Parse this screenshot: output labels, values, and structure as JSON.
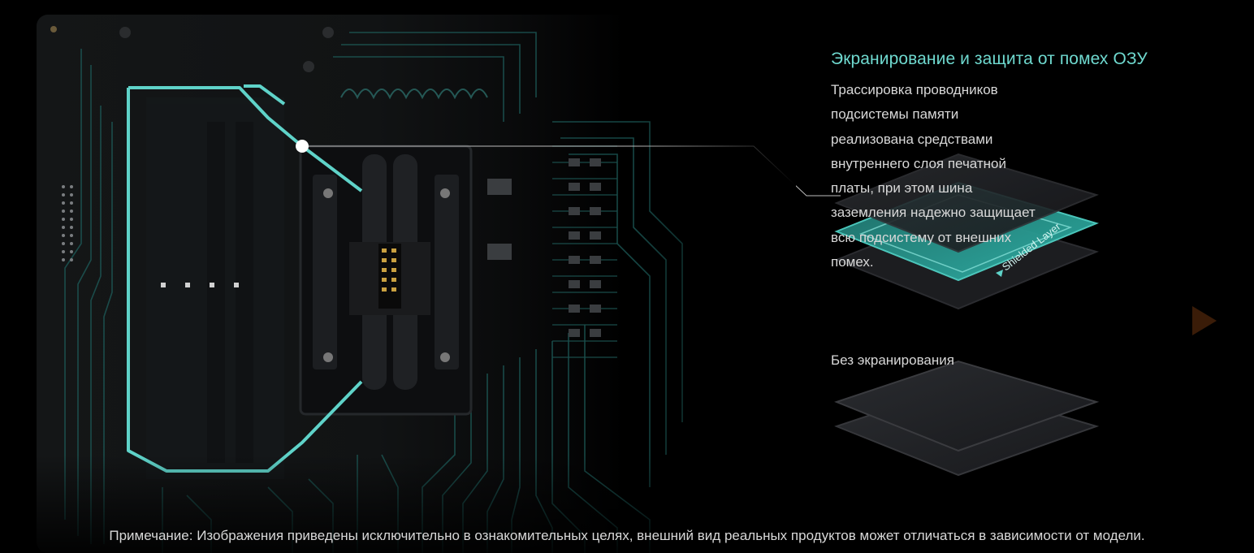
{
  "colors": {
    "background": "#000000",
    "accent": "#5fd3c9",
    "title": "#6fd9cf",
    "text": "#d8d8d8",
    "arrow": "#3a1c08"
  },
  "feature": {
    "title": "Экранирование и защита от помех ОЗУ",
    "description_lines": [
      "Трассировка проводников",
      "подсистемы памяти",
      "реализована средствами",
      "внутреннего слоя печатной",
      "платы, при этом шина",
      "заземления надежно защищает",
      "всю подсистему от внешних",
      "помех."
    ]
  },
  "layers": {
    "shielded_label": "Shielded Layer",
    "unshielded_label": "Без экранирования"
  },
  "navigation": {
    "next_icon": "play-arrow-icon"
  },
  "footnote": "Примечание: Изображения приведены исключительно в ознакомительных целях, внешний вид реальных продуктов может отличаться в зависимости от модели."
}
